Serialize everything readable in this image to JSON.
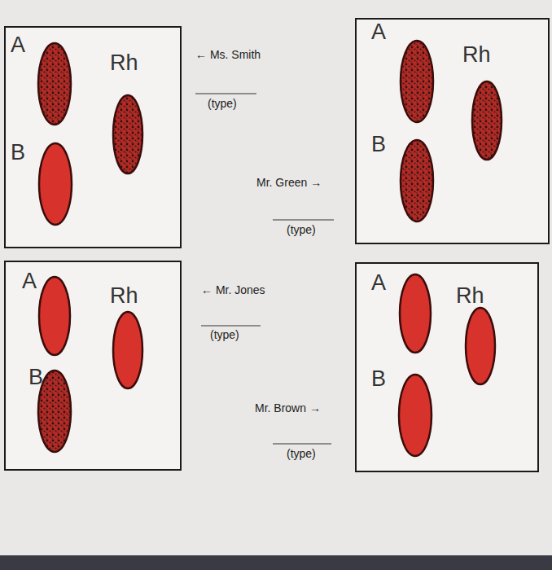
{
  "diagram": {
    "nodes": [
      {
        "text": [
          "A",
          "Rh",
          "B"
        ]
      },
      {
        "text": [
          "A",
          "Rh",
          "B"
        ]
      },
      {
        "text": [
          "A",
          "Rh",
          "B"
        ]
      },
      {
        "text": [
          "A",
          "Rh",
          "B"
        ]
      }
    ],
    "labels": [
      "← Ms. Smith",
      "(type)",
      "Mr. Green →",
      "(type)",
      "← Mr. Jones",
      "(type)",
      "Mr. Brown →",
      "(type)"
    ]
  }
}
